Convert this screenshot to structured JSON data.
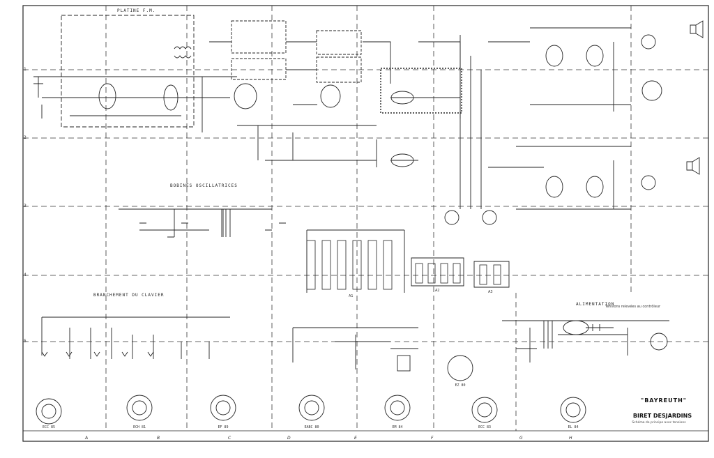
{
  "document": {
    "title": "\"BAYREUTH\"",
    "maker": "BIRET DESJARDINS",
    "note": "Schéma de principe avec tensions",
    "sections": {
      "platine_fm": "PLATINE F.M.",
      "bobines_oscillatrices": "BOBINES OSCILLATRICES",
      "branchement_clavier": "BRANCHEMENT DU CLAVIER",
      "alimentation": "ALIMENTATION",
      "tensions_note": "Tensions relevées au contrôleur"
    },
    "row_labels": [
      "1",
      "2",
      "3",
      "4",
      "5"
    ],
    "column_labels": [
      "A",
      "B",
      "C",
      "D",
      "E",
      "F",
      "G",
      "H"
    ],
    "tube_bases": [
      "ECC 85",
      "ECH 81",
      "EF 89",
      "EABC 80",
      "EM 84",
      "ECC 83",
      "EL 84",
      "EZ 80"
    ],
    "selector_labels": [
      "A1",
      "A2",
      "A3"
    ],
    "inset_tube": "EZ 80"
  }
}
